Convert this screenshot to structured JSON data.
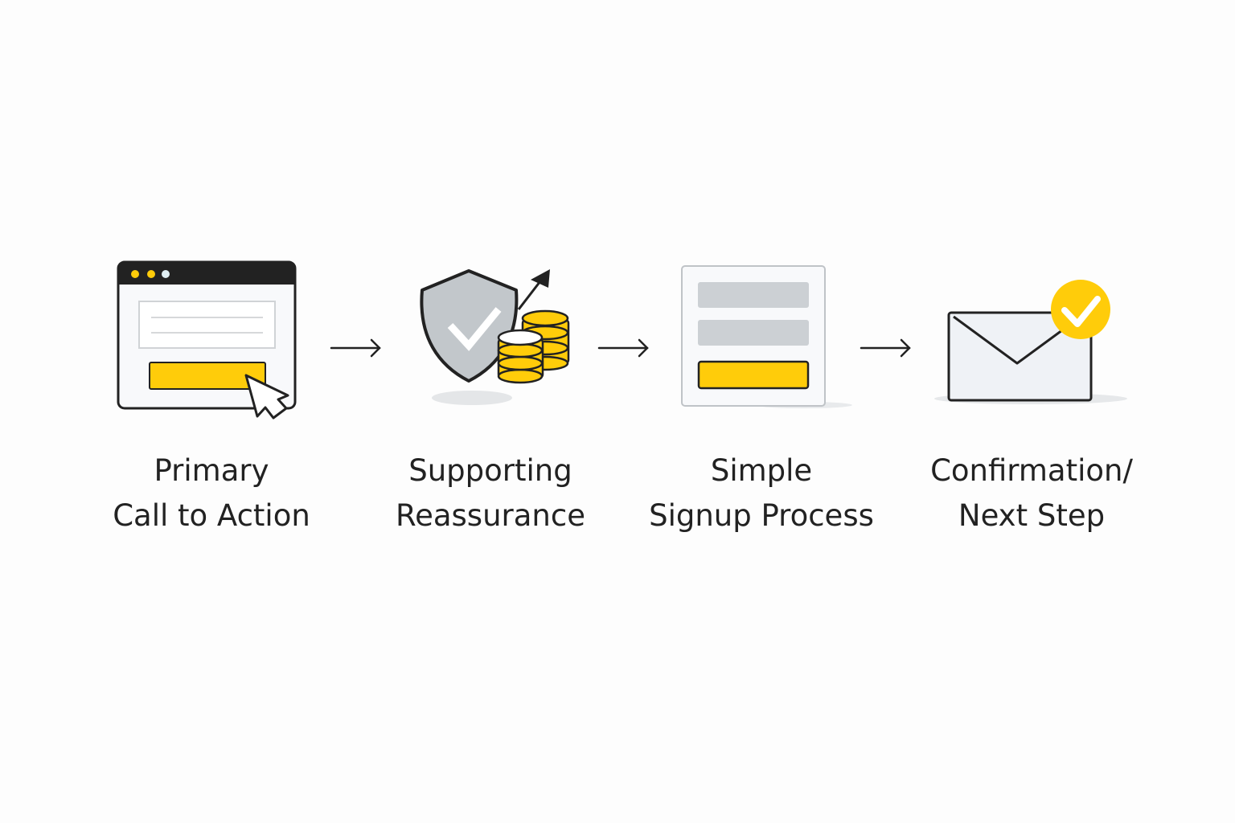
{
  "steps": [
    {
      "line1": "Primary",
      "line2": "Call to Action",
      "icon": "browser-cta-icon"
    },
    {
      "line1": "Supporting",
      "line2": "Reassurance",
      "icon": "shield-coins-icon"
    },
    {
      "line1": "Simple",
      "line2": "Signup Process",
      "icon": "signup-form-icon"
    },
    {
      "line1": "Confirmation/",
      "line2": "Next Step",
      "icon": "envelope-check-icon"
    }
  ],
  "colors": {
    "accent": "#FFCC0A",
    "outline": "#222222",
    "gray": "#C9CDD1",
    "background": "#FDFDFD"
  }
}
